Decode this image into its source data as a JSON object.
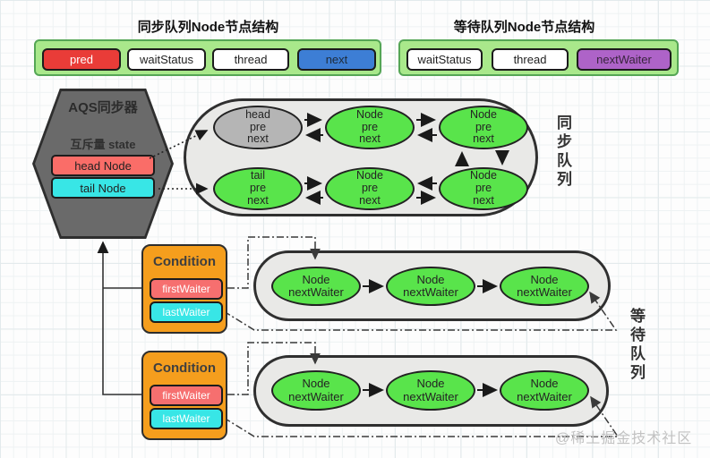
{
  "header": {
    "sync": {
      "title": "同步队列Node节点结构",
      "fields": [
        {
          "label": "pred",
          "bg": "#e93c38",
          "fg": "#ffffff"
        },
        {
          "label": "waitStatus",
          "bg": "#ffffff",
          "fg": "#222222"
        },
        {
          "label": "thread",
          "bg": "#ffffff",
          "fg": "#222222"
        },
        {
          "label": "next",
          "bg": "#3d7ed5",
          "fg": "#1d2b3a"
        }
      ]
    },
    "wait": {
      "title": "等待队列Node节点结构",
      "fields": [
        {
          "label": "waitStatus",
          "bg": "#ffffff",
          "fg": "#222222"
        },
        {
          "label": "thread",
          "bg": "#ffffff",
          "fg": "#222222"
        },
        {
          "label": "nextWaiter",
          "bg": "#ae63c8",
          "fg": "#39243d"
        }
      ]
    }
  },
  "aqs": {
    "title": "AQS同步器",
    "state": "互斥量 state",
    "head": {
      "label": "head Node",
      "bg": "#fa6d68"
    },
    "tail": {
      "label": "tail Node",
      "bg": "#38e6e6"
    }
  },
  "sync_queue": {
    "side_label": "同步队列",
    "top": [
      {
        "l1": "head",
        "l2": "pre",
        "l3": "next",
        "type": "gray"
      },
      {
        "l1": "Node",
        "l2": "pre",
        "l3": "next",
        "type": "green"
      },
      {
        "l1": "Node",
        "l2": "pre",
        "l3": "next",
        "type": "green"
      }
    ],
    "bottom": [
      {
        "l1": "tail",
        "l2": "pre",
        "l3": "next",
        "type": "green"
      },
      {
        "l1": "Node",
        "l2": "pre",
        "l3": "next",
        "type": "green"
      },
      {
        "l1": "Node",
        "l2": "pre",
        "l3": "next",
        "type": "green"
      }
    ]
  },
  "conditions": [
    {
      "title": "Condition",
      "first": "firstWaiter",
      "last": "lastWaiter"
    },
    {
      "title": "Condition",
      "first": "firstWaiter",
      "last": "lastWaiter"
    }
  ],
  "wait_queues": {
    "side_label": "等待队列",
    "rows": [
      {
        "nodes": [
          {
            "l1": "Node",
            "l2": "nextWaiter"
          },
          {
            "l1": "Node",
            "l2": "nextWaiter"
          },
          {
            "l1": "Node",
            "l2": "nextWaiter"
          }
        ]
      },
      {
        "nodes": [
          {
            "l1": "Node",
            "l2": "nextWaiter"
          },
          {
            "l1": "Node",
            "l2": "nextWaiter"
          },
          {
            "l1": "Node",
            "l2": "nextWaiter"
          }
        ]
      }
    ]
  },
  "watermark": "@稀土掘金技术社区",
  "colors": {
    "node_green": "#59e44b",
    "node_gray": "#b5b5b5",
    "queue_bg": "#e9e9e7",
    "queue_border": "#2f2f2f",
    "condition_bg": "#f59e1d",
    "first_waiter_bg": "#f66f6f",
    "last_waiter_bg": "#38e6e6",
    "legend_bg": "#a9e88b",
    "legend_border": "#55a655",
    "hexagon_bg": "#6a6a6a",
    "pred_bg": "#e93c38",
    "next_bg": "#3d7ed5",
    "next_waiter_bg": "#ae63c8"
  }
}
